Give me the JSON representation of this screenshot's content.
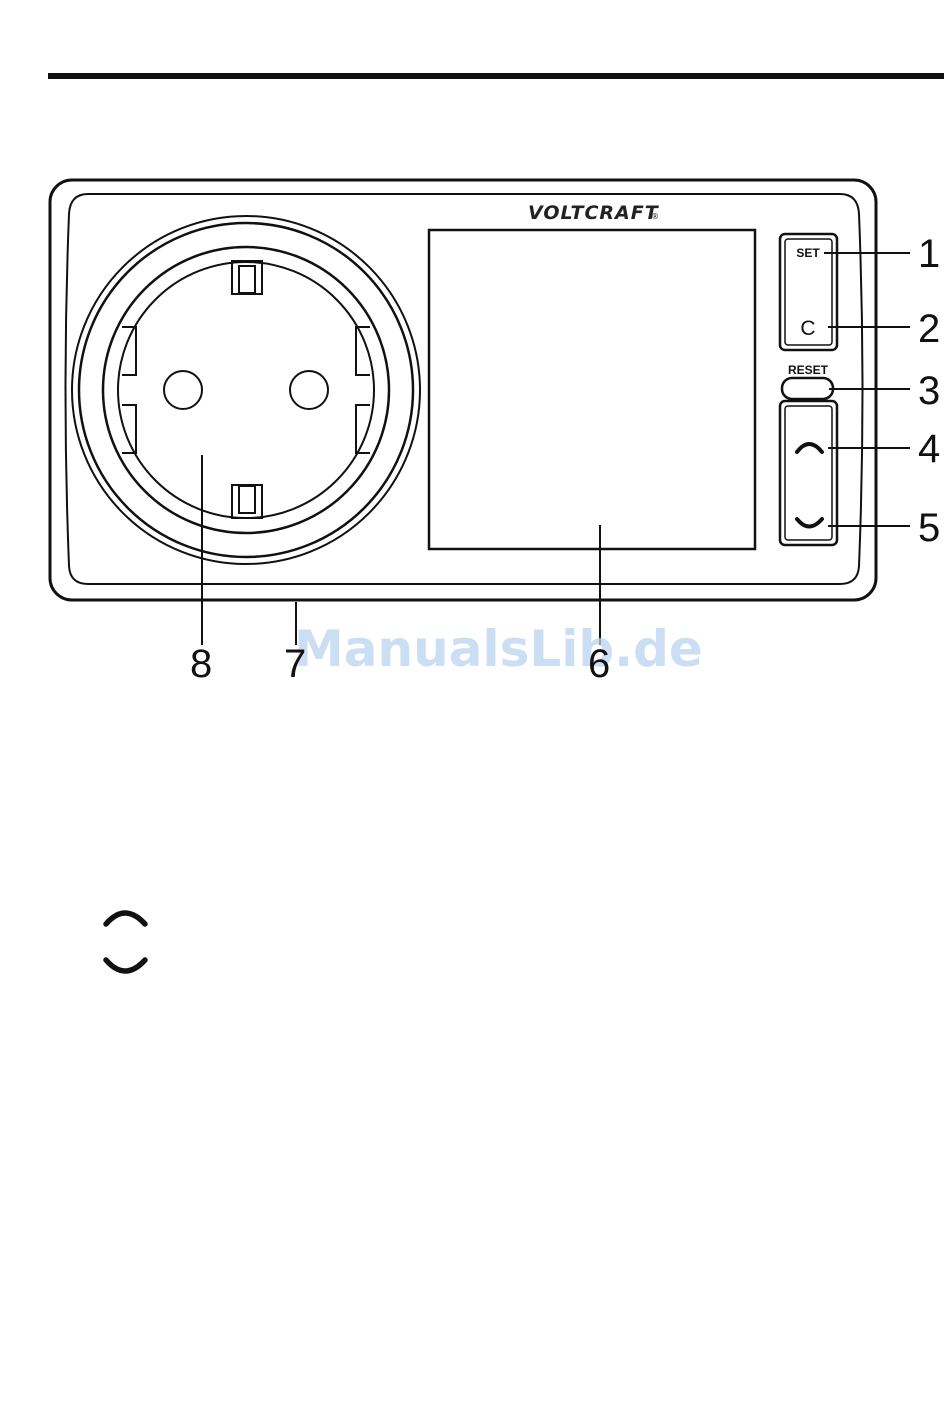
{
  "device": {
    "brand": "VOLTCRAFT",
    "brand_mark": "®",
    "buttons": {
      "set_label": "SET",
      "c_label": "C",
      "reset_label": "RESET"
    }
  },
  "callouts": [
    "1",
    "2",
    "3",
    "4",
    "5",
    "6",
    "7",
    "8"
  ],
  "watermark": "ManualsLib.de",
  "legend_icons": [
    "chevron-up-icon",
    "chevron-down-icon"
  ]
}
